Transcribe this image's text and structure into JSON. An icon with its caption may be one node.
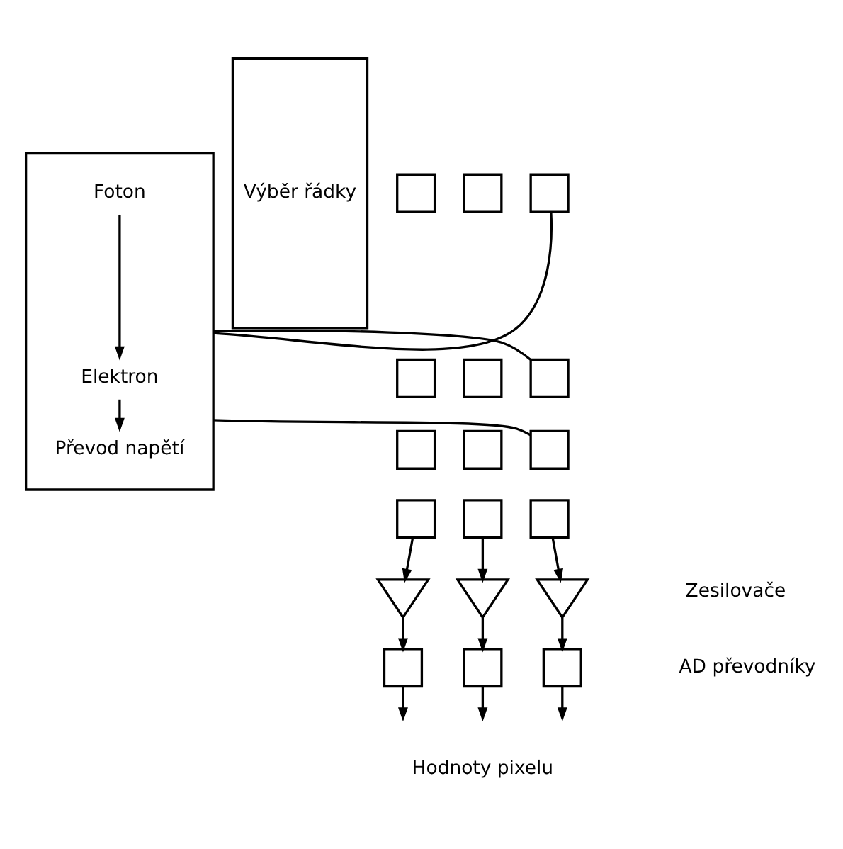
{
  "diagram": {
    "nodes": [
      {
        "text": [
          "Výběr řádky"
        ]
      },
      {
        "text": [],
        "shape": "box"
      },
      {
        "text": [],
        "shape": "box"
      },
      {
        "text": [],
        "shape": "box"
      },
      {
        "text": [],
        "shape": "box"
      },
      {
        "text": [],
        "shape": "box"
      },
      {
        "text": [],
        "shape": "box"
      },
      {
        "text": [],
        "shape": "box"
      },
      {
        "text": [],
        "shape": "box"
      },
      {
        "text": [],
        "shape": "box"
      },
      {
        "text": [],
        "shape": "box"
      },
      {
        "text": [],
        "shape": "box"
      },
      {
        "text": [],
        "shape": "box"
      },
      {
        "text": [],
        "shape": "box"
      },
      {
        "text": [
          "Foton"
        ],
        "in": 13
      },
      {
        "text": [
          "Elektron"
        ],
        "in": 13
      },
      {
        "text": [
          "Převod napětí"
        ],
        "in": 13
      },
      {
        "text": [],
        "shape": "triangle"
      },
      {
        "text": [],
        "shape": "triangle"
      },
      {
        "text": [],
        "shape": "triangle"
      },
      {
        "text": [],
        "shape": "box"
      },
      {
        "text": [],
        "shape": "box"
      },
      {
        "text": [],
        "shape": "box"
      }
    ],
    "edges": [
      {
        "from": 3,
        "to": 13,
        "arrow": "none"
      },
      {
        "from": 6,
        "to": 13,
        "arrow": "none"
      },
      {
        "from": 9,
        "to": 13,
        "arrow": "none"
      },
      {
        "from": 14,
        "to": 15,
        "arrow": "to"
      },
      {
        "from": 15,
        "to": 16,
        "arrow": "to"
      },
      {
        "from": 10,
        "to": 17,
        "arrow": "to"
      },
      {
        "from": 11,
        "to": 18,
        "arrow": "to"
      },
      {
        "from": 12,
        "to": 19,
        "arrow": "to"
      },
      {
        "from": 17,
        "to": 20,
        "arrow": "to"
      },
      {
        "from": 18,
        "to": 21,
        "arrow": "to"
      },
      {
        "from": 19,
        "to": 22,
        "arrow": "to"
      },
      {
        "from": 20,
        "to": null,
        "arrow": "to"
      },
      {
        "from": 21,
        "to": null,
        "arrow": "to"
      },
      {
        "from": 22,
        "to": null,
        "arrow": "to"
      }
    ],
    "labels": [
      "Zesilovače",
      "AD převodníky",
      "Hodnoty pixelu"
    ]
  }
}
